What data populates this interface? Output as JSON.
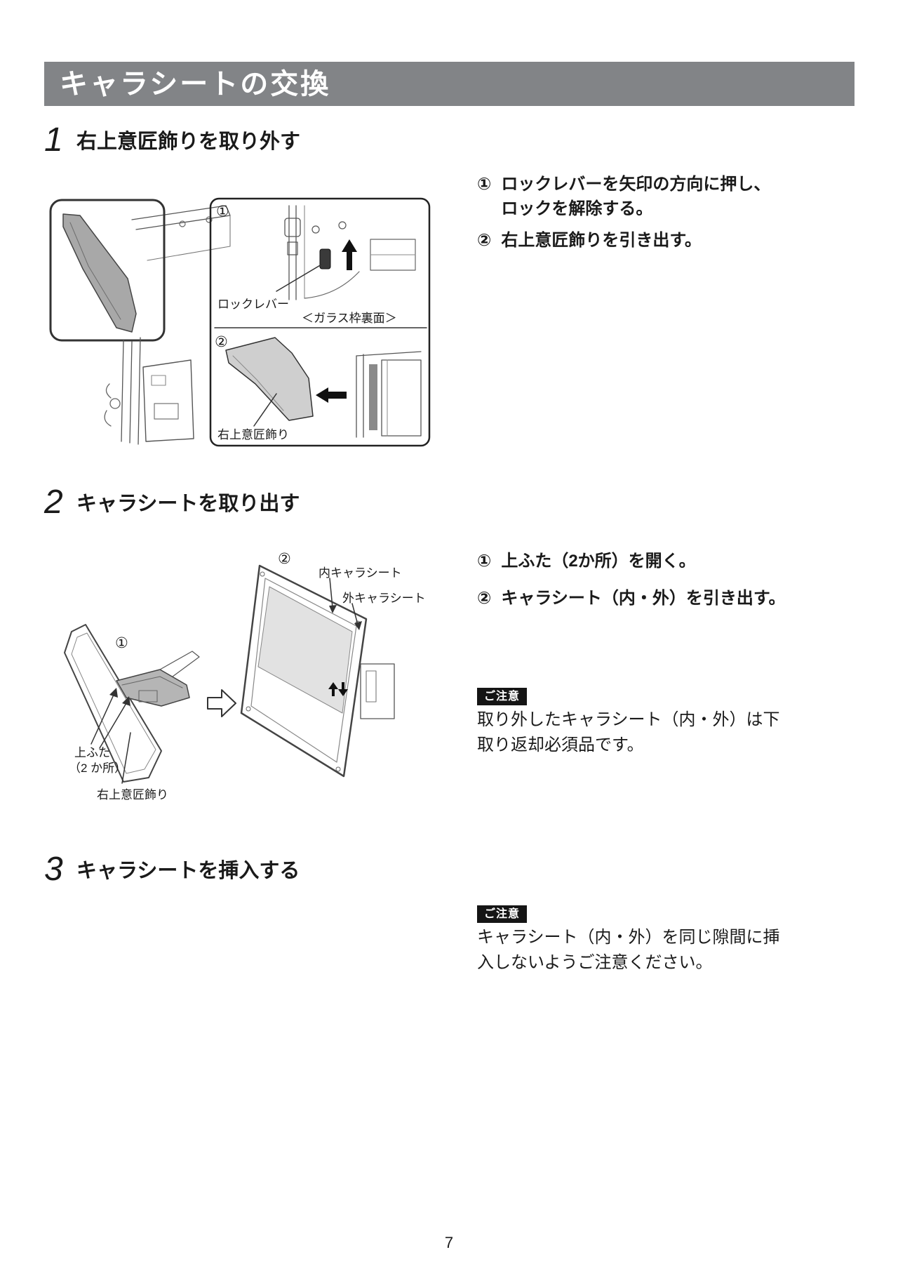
{
  "page": {
    "title": "キャラシートの交換",
    "number": "7"
  },
  "steps": {
    "s1": {
      "num": "1",
      "heading": "右上意匠飾りを取り外す",
      "inst1_marker": "①",
      "inst1_text": "ロックレバーを矢印の方向に押し、\nロックを解除する。",
      "inst2_marker": "②",
      "inst2_text": "右上意匠飾りを引き出す。",
      "fig": {
        "callout1": "①",
        "callout2": "②",
        "label_lock_lever": "ロックレバー",
        "label_glass_frame": "＜ガラス枠裏面＞",
        "label_trim": "右上意匠飾り"
      }
    },
    "s2": {
      "num": "2",
      "heading": "キャラシートを取り出す",
      "inst1_marker": "①",
      "inst1_text": "上ふた（2か所）を開く。",
      "inst2_marker": "②",
      "inst2_text": "キャラシート（内・外）を引き出す。",
      "note_badge": "ご注意",
      "note_text": "取り外したキャラシート（内・外）は下\n取り返却必須品です。",
      "fig": {
        "callout1": "①",
        "callout2": "②",
        "label_inner_sheet": "内キャラシート",
        "label_outer_sheet": "外キャラシート",
        "label_lid_line1": "上ふた",
        "label_lid_line2": "（2 か所）",
        "label_trim": "右上意匠飾り"
      }
    },
    "s3": {
      "num": "3",
      "heading": "キャラシートを挿入する",
      "note_badge": "ご注意",
      "note_text": "キャラシート（内・外）を同じ隙間に挿\n入しないようご注意ください。"
    }
  }
}
